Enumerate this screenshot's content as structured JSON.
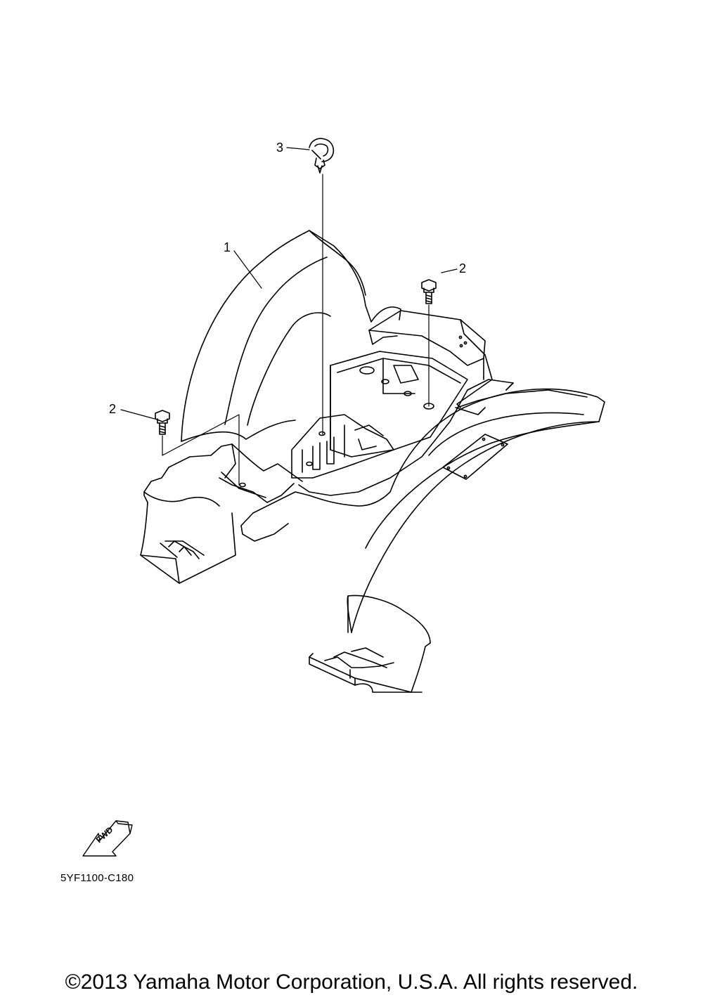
{
  "callouts": {
    "part_1": "1",
    "part_2_right": "2",
    "part_2_left": "2",
    "part_3": "3"
  },
  "fwd_label": "FWD",
  "diagram_code": "5YF1100-C180",
  "copyright": "©2013 Yamaha Motor Corporation, U.S.A. All rights reserved.",
  "colors": {
    "line": "#000000",
    "background": "#ffffff"
  }
}
